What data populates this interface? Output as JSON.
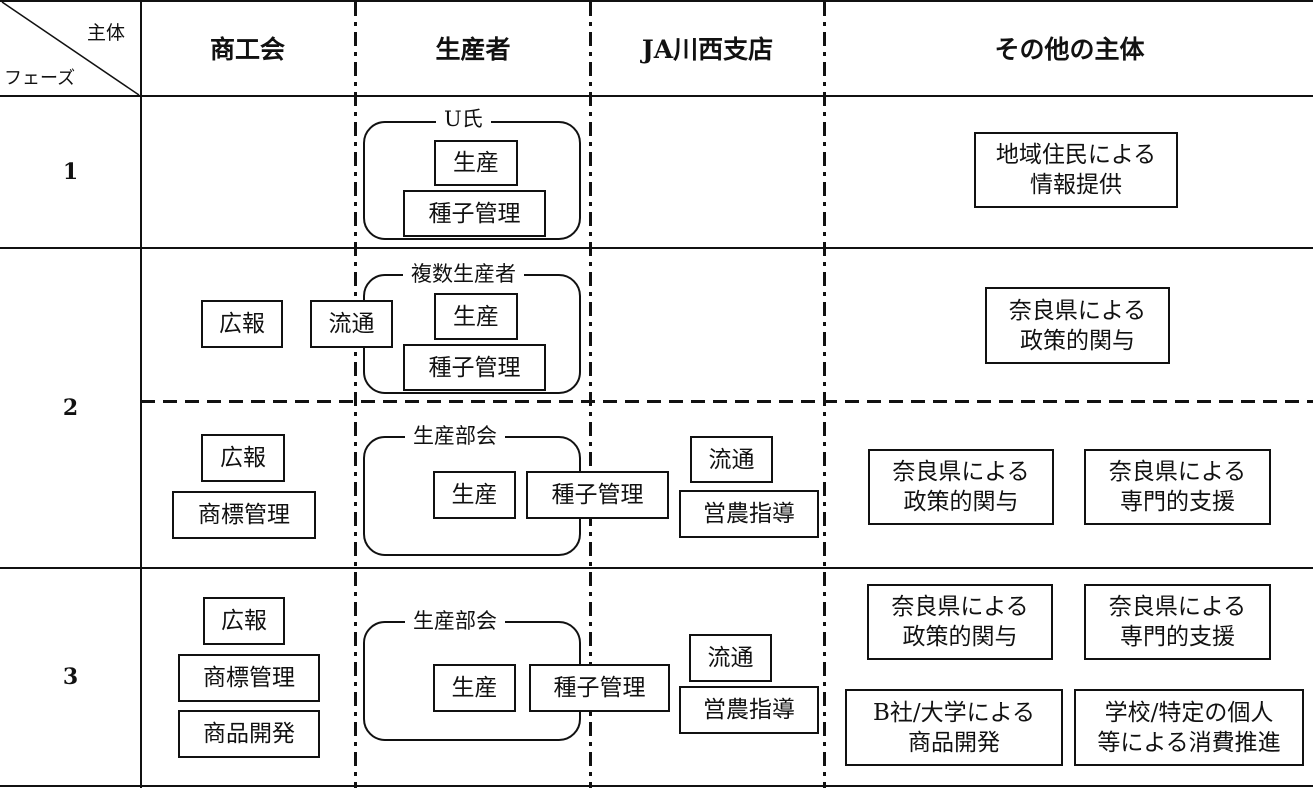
{
  "corner": {
    "top_label": "主体",
    "bottom_label": "フェーズ"
  },
  "columns": [
    "商工会",
    "生産者",
    "JA川西支店",
    "その他の主体"
  ],
  "phases": [
    "1",
    "2",
    "3"
  ],
  "phase1": {
    "producer_group": "U氏",
    "producer_items": [
      "生産",
      "種子管理"
    ],
    "other": [
      "地域住民による\n情報提供"
    ]
  },
  "phase2a": {
    "chamber": [
      "広報"
    ],
    "bridge": "流通",
    "producer_group": "複数生産者",
    "producer_items": [
      "生産",
      "種子管理"
    ],
    "other": [
      "奈良県による\n政策的関与"
    ]
  },
  "phase2b": {
    "chamber": [
      "広報",
      "商標管理"
    ],
    "producer_group": "生産部会",
    "producer_items": [
      "生産",
      "種子管理"
    ],
    "ja": [
      "流通",
      "営農指導"
    ],
    "other": [
      "奈良県による\n政策的関与",
      "奈良県による\n専門的支援"
    ]
  },
  "phase3": {
    "chamber": [
      "広報",
      "商標管理",
      "商品開発"
    ],
    "producer_group": "生産部会",
    "producer_items": [
      "生産",
      "種子管理"
    ],
    "ja": [
      "流通",
      "営農指導"
    ],
    "other": [
      "奈良県による\n政策的関与",
      "奈良県による\n専門的支援",
      "B社/大学による\n商品開発",
      "学校/特定の個人\n等による消費推進"
    ]
  }
}
